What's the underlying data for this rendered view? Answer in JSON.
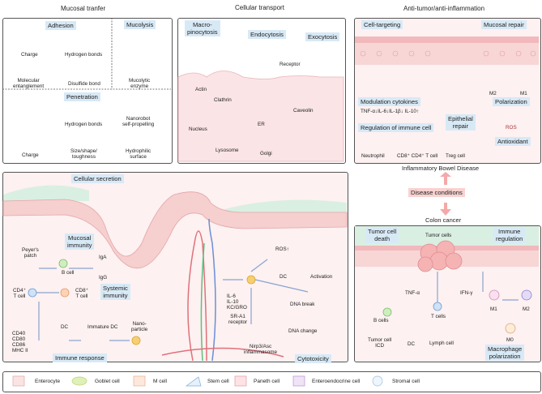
{
  "mucosal_transfer": {
    "title": "Mucosal tranfer",
    "adhesion": "Adhesion",
    "mucolysis": "Mucolysis",
    "charge1": "Charge",
    "hbond1": "Hydrogen bonds",
    "entangle": "Molecular\nentanglement",
    "disulfide": "Disulfide bond",
    "enzyme": "Mucolytic\nenzyme",
    "penetration": "Penetration",
    "hbond2": "Hydrogen bonds",
    "nanorobot": "Nanorobot\nself-propelling",
    "charge2": "Charge",
    "size": "Size/shape/\ntoughness",
    "hydrophilic": "Hydrophilic\nsurface"
  },
  "cellular_transport": {
    "title": "Cellular transport",
    "macro": "Macro-\npinocytosis",
    "endo": "Endocytosis",
    "exo": "Exocytosis",
    "receptor": "Receptor",
    "actin": "Actin",
    "clathrin": "Clathrin",
    "caveolin": "Caveolin",
    "nucleus": "Nucleus",
    "er": "ER",
    "lysosome": "Lysosome",
    "golgi": "Golgi"
  },
  "anti": {
    "title": "Anti-tumor/anti-inflammation",
    "targeting": "Cell-targeting",
    "repair": "Mucosal repair",
    "m2": "M2",
    "m1": "M1",
    "polarization": "Polarization",
    "modulation": "Modulation cytokines",
    "cytokines": "TNF-α↓IL-6↓IL-1β↓ IL-10↑",
    "epithelial": "Epithelial\nrepair",
    "regulation": "Regulation of immune cell",
    "ros": "ROS",
    "antioxidant": "Antioxidant",
    "neutrophil": "Neutrophil",
    "tcell": "CD8⁺ CD4⁺ T cell",
    "treg": "Treg cell"
  },
  "disease": {
    "ibd": "Inflammatory Bowel Disease",
    "conditions": "Disease conditions",
    "colon": "Colon cancer"
  },
  "cancer": {
    "death": "Tumor cell\ndeath",
    "tumor": "Tumor cells",
    "immune": "Immune\nregulation",
    "tnf": "TNF-α",
    "ifn": "IFN-γ",
    "m1": "M1",
    "m2": "M2",
    "tcells": "T cells",
    "bcells": "B cells",
    "m0": "M0",
    "icd": "Tumor cell\nICD",
    "dc": "DC",
    "lymph": "Lymph cell",
    "macro": "Macrophage\npolarization"
  },
  "main": {
    "secretion": "Cellular secretion",
    "peyer": "Peyer's\npatch",
    "mucosal": "Mucosal\nimmunity",
    "bcell": "B cell",
    "iga": "IgA",
    "igg": "IgG",
    "cd4": "CD4⁺\nT cell",
    "cd8": "CD8⁺\nT cell",
    "systemic": "Systemic\nimmunity",
    "dc": "DC",
    "immature": "Immature DC",
    "nano": "Nano-\nparticle",
    "markers": "CD40\nCD80\nCD86\nMHC II",
    "response": "Immune response",
    "ros": "ROS↑",
    "dc2": "DC",
    "activation": "Activation",
    "il": "IL-6\nIL-10\nKC/GRO",
    "sra": "SR-A1\nreceptor",
    "break": "DNA break",
    "change": "DNA change",
    "nlrp": "Nirp3/Asc\ninflammasome",
    "cytotox": "Cytotoxicity"
  },
  "legend": [
    "Enterocyte",
    "Goblet cell",
    "M cell",
    "Stem cell",
    "Paneth cell",
    "Enteroendocrine cell",
    "Stromal cell"
  ],
  "colors": {
    "label_bg": "#d8e9f6",
    "pink_label": "#f8d2d0",
    "epithelium": "#f4c6c6",
    "mucus": "#d6eedd",
    "arrow": "#8aa3cf"
  }
}
